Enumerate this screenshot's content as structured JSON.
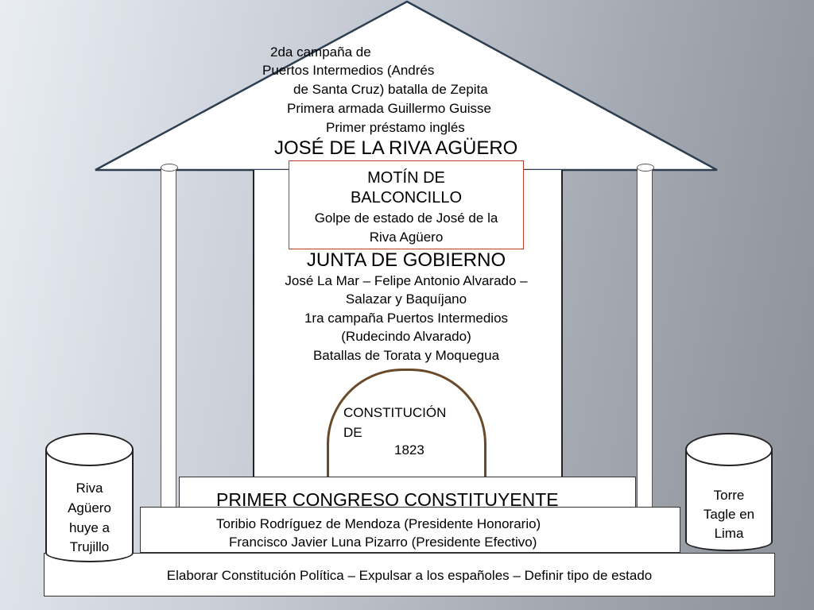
{
  "roof": {
    "lines": [
      "2da campaña de",
      "Puertos Intermedios (Andrés",
      "de Santa Cruz) batalla de Zepita",
      "Primera armada Guillermo Guisse",
      "Primer préstamo inglés"
    ],
    "title": "JOSÉ DE LA RIVA AGÜERO"
  },
  "motin": {
    "title_line1": "MOTÍN DE",
    "title_line2": "BALCONCILLO",
    "text_line1": "Golpe de estado de José de la",
    "text_line2": "Riva Agüero"
  },
  "junta": {
    "title": "JUNTA DE GOBIERNO",
    "lines": [
      "José La Mar – Felipe Antonio Alvarado –",
      "Salazar y Baquíjano",
      "1ra campaña Puertos Intermedios",
      "(Rudecindo Alvarado)",
      "Batallas de Torata y Moquegua"
    ]
  },
  "constitucion": {
    "line1": "CONSTITUCIÓN",
    "line2": "DE",
    "line3": "1823"
  },
  "congreso": {
    "title": "PRIMER CONGRESO CONSTITUYENTE",
    "line1": "Toribio Rodríguez de Mendoza (Presidente Honorario)",
    "line2": "Francisco Javier Luna Pizarro (Presidente Efectivo)",
    "base": "Elaborar Constitución Política – Expulsar a los españoles – Definir tipo de estado"
  },
  "left_cylinder": {
    "lines": [
      "Riva",
      "Agüero",
      "huye a",
      "Trujillo"
    ]
  },
  "right_cylinder": {
    "lines": [
      "Torre",
      "Tagle en",
      "Lima"
    ]
  },
  "colors": {
    "motin_border": "#c0392b",
    "arch_border": "#6b4a2b",
    "roof_border": "#2c3e50"
  }
}
